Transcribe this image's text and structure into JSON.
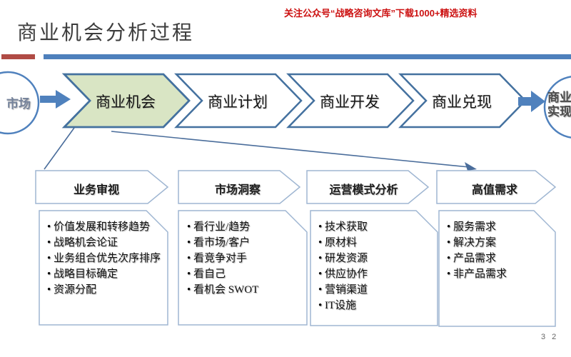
{
  "slide": {
    "title": "商业机会分析过程",
    "promo_note": "关注公众号“战略咨询文库”下载1000+精选资料",
    "page_number": "3 2"
  },
  "flow": {
    "start_label": "市场",
    "end_label_line1": "商业",
    "end_label_line2": "实现",
    "steps": [
      {
        "label": "商业机会",
        "highlighted": true
      },
      {
        "label": "商业计划",
        "highlighted": false
      },
      {
        "label": "商业开发",
        "highlighted": false
      },
      {
        "label": "商业兑现",
        "highlighted": false
      }
    ]
  },
  "columns": [
    {
      "header": "业务审视",
      "items": [
        "价值发展和转移趋势",
        "战略机会论证",
        "业务组合优先次序排序",
        "战略目标确定",
        "资源分配"
      ]
    },
    {
      "header": "市场洞察",
      "items": [
        "看行业/趋势",
        "看市场/客户",
        "看竞争对手",
        "看自己",
        "看机会 SWOT"
      ]
    },
    {
      "header": "运营模式分析",
      "items": [
        "技术获取",
        "原材料",
        "研发资源",
        "供应协作",
        "营销渠道",
        "IT设施"
      ]
    },
    {
      "header": "高值需求",
      "items": [
        "服务需求",
        "解决方案",
        "产品需求",
        "非产品需求"
      ]
    }
  ],
  "colors": {
    "accent_blue": "#4f81bd",
    "accent_red_rule": "#b04b45",
    "promo_red": "#cc1111",
    "chevron_green_fill": "#d9e5c4",
    "chevron_stroke": "#44719f",
    "light_outline": "#9fb6d2",
    "connector": "#4a6d9b",
    "title_gray": "#3d3d3d"
  }
}
